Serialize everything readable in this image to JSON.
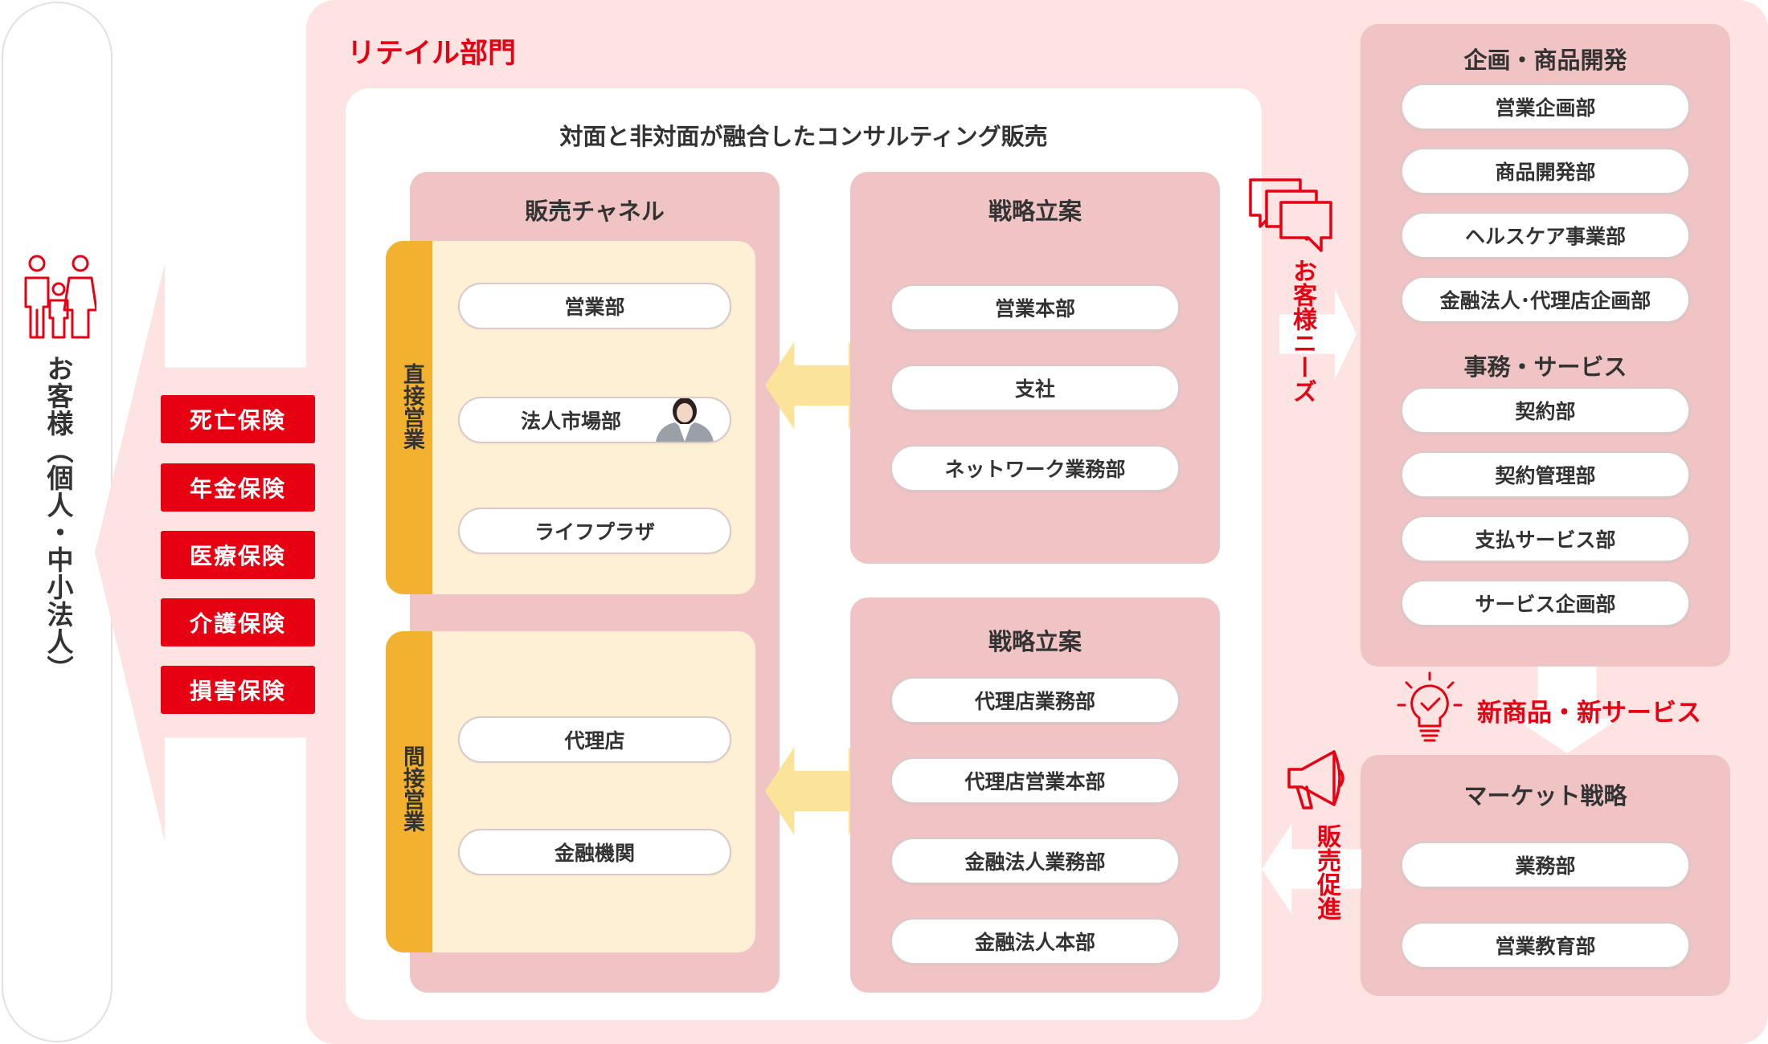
{
  "colors": {
    "accent": "#e60012",
    "retail_bg": "#fde4e2",
    "panel_bg": "#f0c4c4",
    "channel_bg": "#fdf0d5",
    "bar": "#f2b12f",
    "arrow_yellow": "#fbe49a"
  },
  "customer": {
    "label": "お客様（個人・中小法人）",
    "icon": "family-icon"
  },
  "products": [
    "死亡保険",
    "年金保険",
    "医療保険",
    "介護保険",
    "損害保険"
  ],
  "retail": {
    "title": "リテイル部門",
    "consulting_title": "対面と非対面が融合したコンサルティング販売",
    "sales_channel": {
      "title": "販売チャネル",
      "direct": {
        "label": "直接営業",
        "items": [
          "営業部",
          "法人市場部",
          "ライフプラザ"
        ]
      },
      "indirect": {
        "label": "間接営業",
        "items": [
          "代理店",
          "金融機関"
        ]
      }
    },
    "strategy_top": {
      "title": "戦略立案",
      "items": [
        "営業本部",
        "支社",
        "ネットワーク業務部"
      ]
    },
    "strategy_bottom": {
      "title": "戦略立案",
      "items": [
        "代理店業務部",
        "代理店営業本部",
        "金融法人業務部",
        "金融法人本部"
      ]
    },
    "planning": {
      "title": "企画・商品開発",
      "items": [
        "営業企画部",
        "商品開発部",
        "ヘルスケア事業部",
        "金融法人･代理店企画部"
      ],
      "sub_title": "事務・サービス",
      "sub_items": [
        "契約部",
        "契約管理部",
        "支払サービス部",
        "サービス企画部"
      ]
    },
    "market": {
      "title": "マーケット戦略",
      "items": [
        "業務部",
        "営業教育部"
      ]
    },
    "flows": {
      "customer_needs": "お客様ニーズ",
      "new_products": "新商品・新サービス",
      "sales_promotion": "販売促進"
    }
  }
}
